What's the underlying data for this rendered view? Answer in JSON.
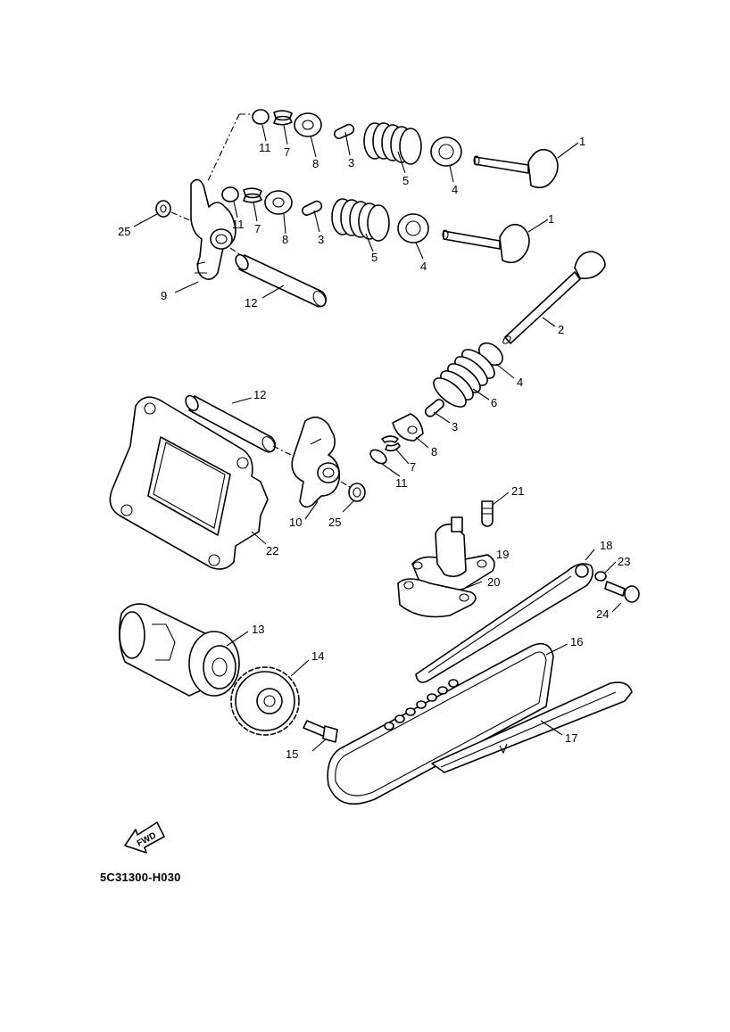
{
  "diagram_code": "5C31300-H030",
  "direction_badge": "FWD",
  "callouts": [
    {
      "id": "c1a",
      "label": "1",
      "part": "intake-valve"
    },
    {
      "id": "c1b",
      "label": "1",
      "part": "exhaust-valve"
    },
    {
      "id": "c2",
      "label": "2",
      "part": "valve"
    },
    {
      "id": "c3a",
      "label": "3",
      "part": "valve-stem-seal"
    },
    {
      "id": "c3b",
      "label": "3",
      "part": "valve-stem-seal"
    },
    {
      "id": "c3c",
      "label": "3",
      "part": "valve-stem-seal"
    },
    {
      "id": "c4a",
      "label": "4",
      "part": "spring-seat"
    },
    {
      "id": "c4b",
      "label": "4",
      "part": "spring-seat"
    },
    {
      "id": "c4c",
      "label": "4",
      "part": "spring-seat"
    },
    {
      "id": "c5a",
      "label": "5",
      "part": "valve-spring"
    },
    {
      "id": "c5b",
      "label": "5",
      "part": "valve-spring"
    },
    {
      "id": "c6",
      "label": "6",
      "part": "valve-spring"
    },
    {
      "id": "c7a",
      "label": "7",
      "part": "valve-cotter"
    },
    {
      "id": "c7b",
      "label": "7",
      "part": "valve-cotter"
    },
    {
      "id": "c7c",
      "label": "7",
      "part": "valve-cotter"
    },
    {
      "id": "c8a",
      "label": "8",
      "part": "spring-retainer"
    },
    {
      "id": "c8b",
      "label": "8",
      "part": "spring-retainer"
    },
    {
      "id": "c8c",
      "label": "8",
      "part": "spring-retainer"
    },
    {
      "id": "c9",
      "label": "9",
      "part": "rocker-arm"
    },
    {
      "id": "c10",
      "label": "10",
      "part": "rocker-arm"
    },
    {
      "id": "c11a",
      "label": "11",
      "part": "valve-cap"
    },
    {
      "id": "c11b",
      "label": "11",
      "part": "valve-cap"
    },
    {
      "id": "c11c",
      "label": "11",
      "part": "valve-cap"
    },
    {
      "id": "c12a",
      "label": "12",
      "part": "rocker-shaft"
    },
    {
      "id": "c12b",
      "label": "12",
      "part": "rocker-shaft"
    },
    {
      "id": "c13",
      "label": "13",
      "part": "camshaft"
    },
    {
      "id": "c14",
      "label": "14",
      "part": "cam-sprocket"
    },
    {
      "id": "c15",
      "label": "15",
      "part": "sprocket-bolt"
    },
    {
      "id": "c16",
      "label": "16",
      "part": "cam-chain"
    },
    {
      "id": "c17",
      "label": "17",
      "part": "chain-guide"
    },
    {
      "id": "c18",
      "label": "18",
      "part": "tensioner-guide"
    },
    {
      "id": "c19",
      "label": "19",
      "part": "chain-tensioner"
    },
    {
      "id": "c20",
      "label": "20",
      "part": "tensioner-gasket"
    },
    {
      "id": "c21",
      "label": "21",
      "part": "tensioner-bolt"
    },
    {
      "id": "c22",
      "label": "22",
      "part": "head-plate-gasket"
    },
    {
      "id": "c23",
      "label": "23",
      "part": "o-ring"
    },
    {
      "id": "c24",
      "label": "24",
      "part": "guide-bolt"
    },
    {
      "id": "c25a",
      "label": "25",
      "part": "washer"
    },
    {
      "id": "c25b",
      "label": "25",
      "part": "washer"
    }
  ]
}
